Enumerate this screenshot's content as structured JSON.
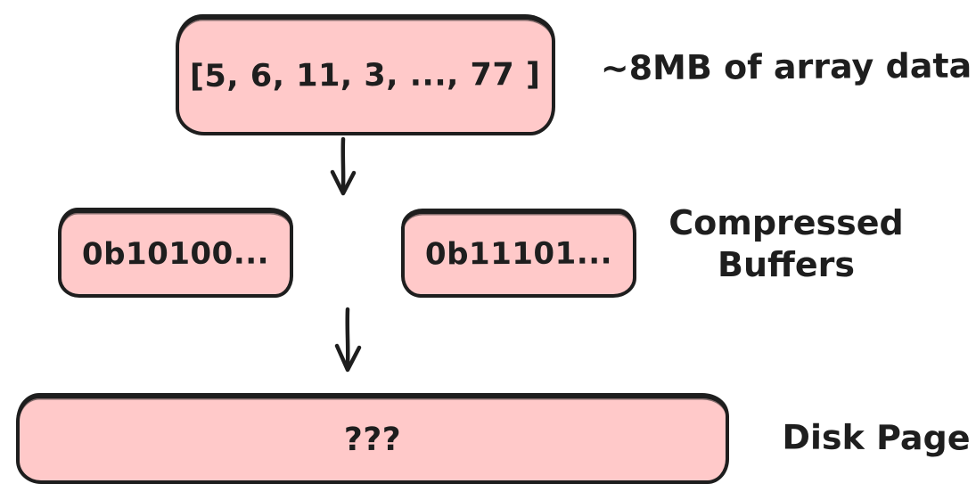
{
  "diagram": {
    "title": "array compression to disk page flow",
    "background": "#ffffff",
    "colors": {
      "box_fill": "#ffc9c9",
      "stroke": "#1e1e1e",
      "text": "#1e1e1e"
    },
    "array_box": {
      "text": "[5, 6, 11, 3, ..., 77 ]",
      "label": "~8MB of array data"
    },
    "buffers": {
      "box1_text": "0b10100...",
      "box2_text": "0b11101...",
      "label_line1": "Compressed",
      "label_line2": "Buffers"
    },
    "disk": {
      "box_text": "???",
      "label": "Disk Page"
    },
    "arrows": [
      {
        "name": "down-arrow",
        "glyph": "↓"
      },
      {
        "name": "down-arrow",
        "glyph": "↓"
      }
    ]
  }
}
